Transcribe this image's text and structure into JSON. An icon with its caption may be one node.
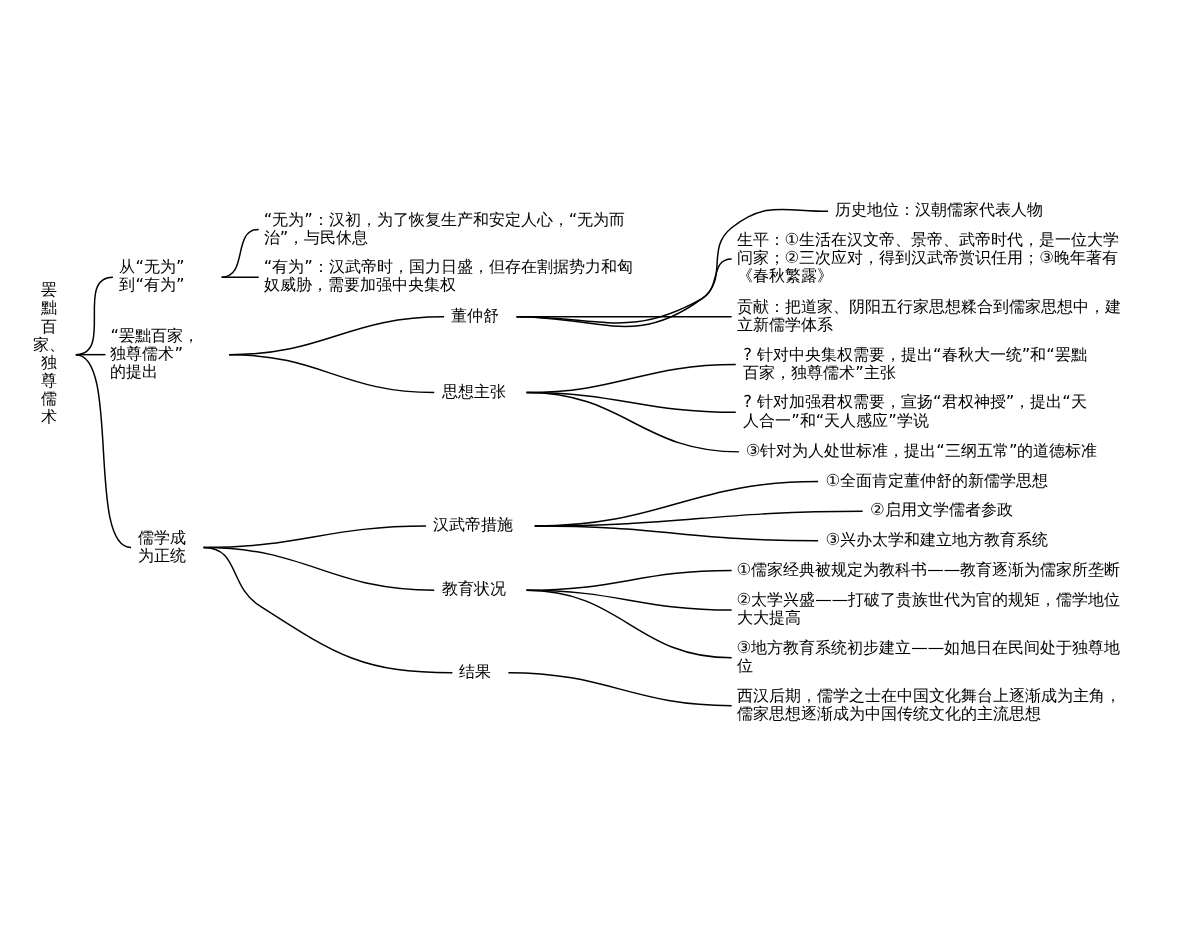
{
  "diagram": {
    "nodes": [
      {
        "text": [
          "罢黜百家、独尊儒术"
        ]
      },
      {
        "text": [
          "从“无为”到“有为”"
        ]
      },
      {
        "text": [
          "“无为”：汉初，为了恢复生产和安定人心，“无为而治”，与民休息"
        ]
      },
      {
        "text": [
          "“有为”：汉武帝时，国力日盛，但存在割据势力和匈奴威胁，需要加强中央集权"
        ]
      },
      {
        "text": [
          "“罢黜百家，独尊儒术”的提出"
        ]
      },
      {
        "text": [
          "董仲舒"
        ]
      },
      {
        "text": [
          "历史地位：汉朝儒家代表人物"
        ]
      },
      {
        "text": [
          "生平：①生活在汉文帝、景帝、武帝时代，是一位大学问家；②三次应对，得到汉武帝赏识任用；③晚年著有《春秋繁露》"
        ]
      },
      {
        "text": [
          "贡献：把道家、阴阳五行家思想糅合到儒家思想中，建立新儒学体系"
        ]
      },
      {
        "text": [
          "思想主张"
        ]
      },
      {
        "text": [
          "? 针对中央集权需要，提出“春秋大一统”和“罢黜百家，独尊儒术”主张"
        ]
      },
      {
        "text": [
          "? 针对加强君权需要，宣扬“君权神授”，提出“天人合一”和“天人感应”学说"
        ]
      },
      {
        "text": [
          "③针对为人处世标准，提出“三纲五常”的道德标准"
        ]
      },
      {
        "text": [
          "儒学成为正统"
        ]
      },
      {
        "text": [
          "汉武帝措施"
        ]
      },
      {
        "text": [
          "①全面肯定董仲舒的新儒学思想"
        ]
      },
      {
        "text": [
          "②启用文学儒者参政"
        ]
      },
      {
        "text": [
          "③兴办太学和建立地方教育系统"
        ]
      },
      {
        "text": [
          "教育状况"
        ]
      },
      {
        "text": [
          "①儒家经典被规定为教科书——教育逐渐为儒家所垄断"
        ]
      },
      {
        "text": [
          "②太学兴盛——打破了贵族世代为官的规矩，儒学地位大大提高"
        ]
      },
      {
        "text": [
          "③地方教育系统初步建立——如旭日在民间处于独尊地位"
        ]
      },
      {
        "text": [
          "结果"
        ]
      },
      {
        "text": [
          "西汉后期，儒学之士在中国文化舞台上逐渐成为主角，儒家思想逐渐成为中国传统文化的主流思想"
        ]
      }
    ],
    "edges": [
      {
        "from": 0,
        "to": 1,
        "arrow": "none"
      },
      {
        "from": 1,
        "to": 2,
        "arrow": "none"
      },
      {
        "from": 1,
        "to": 3,
        "arrow": "none"
      },
      {
        "from": 0,
        "to": 4,
        "arrow": "none"
      },
      {
        "from": 4,
        "to": 5,
        "arrow": "none"
      },
      {
        "from": 5,
        "to": 6,
        "arrow": "none"
      },
      {
        "from": 5,
        "to": 7,
        "arrow": "none"
      },
      {
        "from": 5,
        "to": 8,
        "arrow": "none"
      },
      {
        "from": 4,
        "to": 9,
        "arrow": "none"
      },
      {
        "from": 9,
        "to": 10,
        "arrow": "none"
      },
      {
        "from": 9,
        "to": 11,
        "arrow": "none"
      },
      {
        "from": 9,
        "to": 12,
        "arrow": "none"
      },
      {
        "from": 0,
        "to": 13,
        "arrow": "none"
      },
      {
        "from": 13,
        "to": 14,
        "arrow": "none"
      },
      {
        "from": 14,
        "to": 15,
        "arrow": "none"
      },
      {
        "from": 14,
        "to": 16,
        "arrow": "none"
      },
      {
        "from": 14,
        "to": 17,
        "arrow": "none"
      },
      {
        "from": 13,
        "to": 18,
        "arrow": "none"
      },
      {
        "from": 18,
        "to": 19,
        "arrow": "none"
      },
      {
        "from": 18,
        "to": 20,
        "arrow": "none"
      },
      {
        "from": 18,
        "to": 21,
        "arrow": "none"
      },
      {
        "from": 13,
        "to": 22,
        "arrow": "none"
      },
      {
        "from": 22,
        "to": 23,
        "arrow": "none"
      }
    ]
  }
}
